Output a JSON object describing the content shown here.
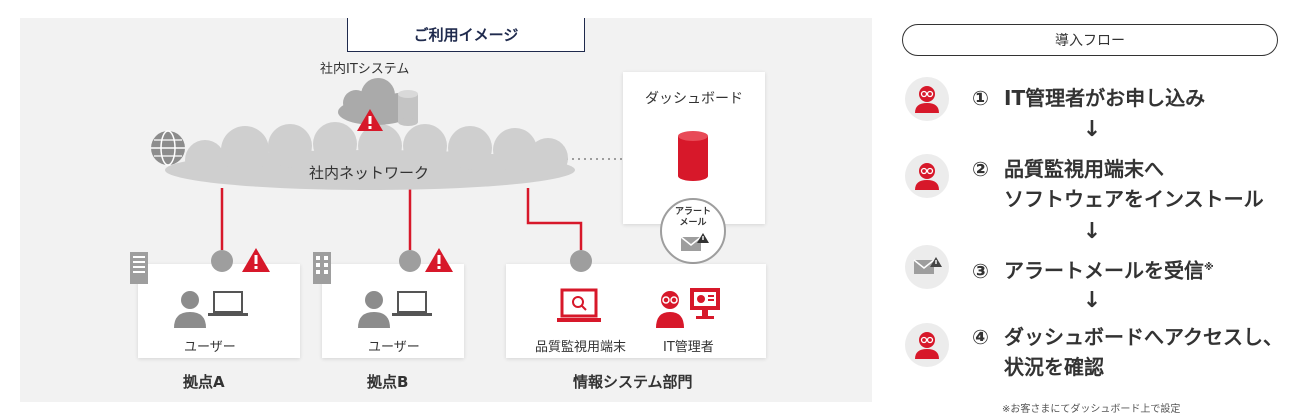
{
  "diagram": {
    "tab_title": "ご利用イメージ",
    "it_system_label": "社内ITシステム",
    "network_label": "社内ネットワーク",
    "dashboard_label": "ダッシュボード",
    "alert_mail_label": "アラート\nメール",
    "sites": [
      {
        "name": "拠点A",
        "user_label": "ユーザー"
      },
      {
        "name": "拠点B",
        "user_label": "ユーザー"
      },
      {
        "name": "情報システム部門",
        "terminal_label": "品質監視用端末",
        "admin_label": "IT管理者"
      }
    ]
  },
  "flow": {
    "title": "導入フロー",
    "steps": [
      {
        "num": "①",
        "lines": [
          "IT管理者がお申し込み"
        ],
        "icon": "admin-icon"
      },
      {
        "num": "②",
        "lines": [
          "品質監視用端末へ",
          "ソフトウェアをインストール"
        ],
        "icon": "admin-icon"
      },
      {
        "num": "③",
        "lines": [
          "アラートメールを受信"
        ],
        "sup": "※",
        "icon": "alert-mail-icon"
      },
      {
        "num": "④",
        "lines": [
          "ダッシュボードへアクセスし、",
          "状況を確認"
        ],
        "icon": "admin-icon"
      }
    ],
    "arrow": "↓",
    "note": "※お客さまにてダッシュボード上で設定"
  },
  "colors": {
    "accent": "#d7182a",
    "navy": "#1f2a4d",
    "panel": "#f2f2f2",
    "gray": "#9e9e9e"
  }
}
